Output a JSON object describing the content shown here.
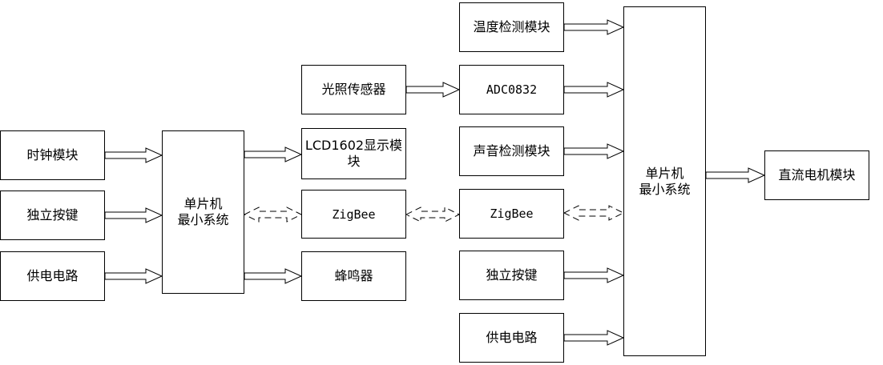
{
  "left_inputs": {
    "clock": "时钟模块",
    "key": "独立按键",
    "power": "供电电路"
  },
  "left_mcu": {
    "line1": "单片机",
    "line2": "最小系统"
  },
  "middle": {
    "lcd_line1": "LCD1602显示模",
    "lcd_line2": "块",
    "zigbee": "ZigBee",
    "buzzer": "蜂鸣器",
    "light_sensor": "光照传感器"
  },
  "right_column": {
    "temp": "温度检测模块",
    "adc": "ADC0832",
    "sound": "声音检测模块",
    "zigbee": "ZigBee",
    "key": "独立按键",
    "power": "供电电路"
  },
  "right_mcu": {
    "line1": "单片机",
    "line2": "最小系统"
  },
  "output": {
    "motor": "直流电机模块"
  }
}
